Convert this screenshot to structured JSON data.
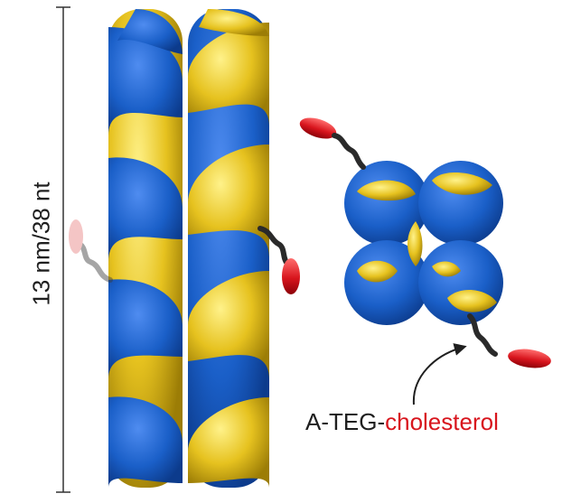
{
  "scale_bar": {
    "label": "13 nm/38 nt"
  },
  "annotation": {
    "prefix": "A-TEG-",
    "suffix": "cholesterol"
  },
  "colors": {
    "strand_blue": "#1a5fc8",
    "strand_yellow": "#e6c21f",
    "cholesterol_red": "#d8151d",
    "teg_linker": "#3a3a3a",
    "text": "#1f1f1f"
  },
  "icons": [
    "scale-bar",
    "dna-bundle-side-view",
    "dna-bundle-top-view",
    "cholesterol-tag",
    "annotation-arrow"
  ]
}
